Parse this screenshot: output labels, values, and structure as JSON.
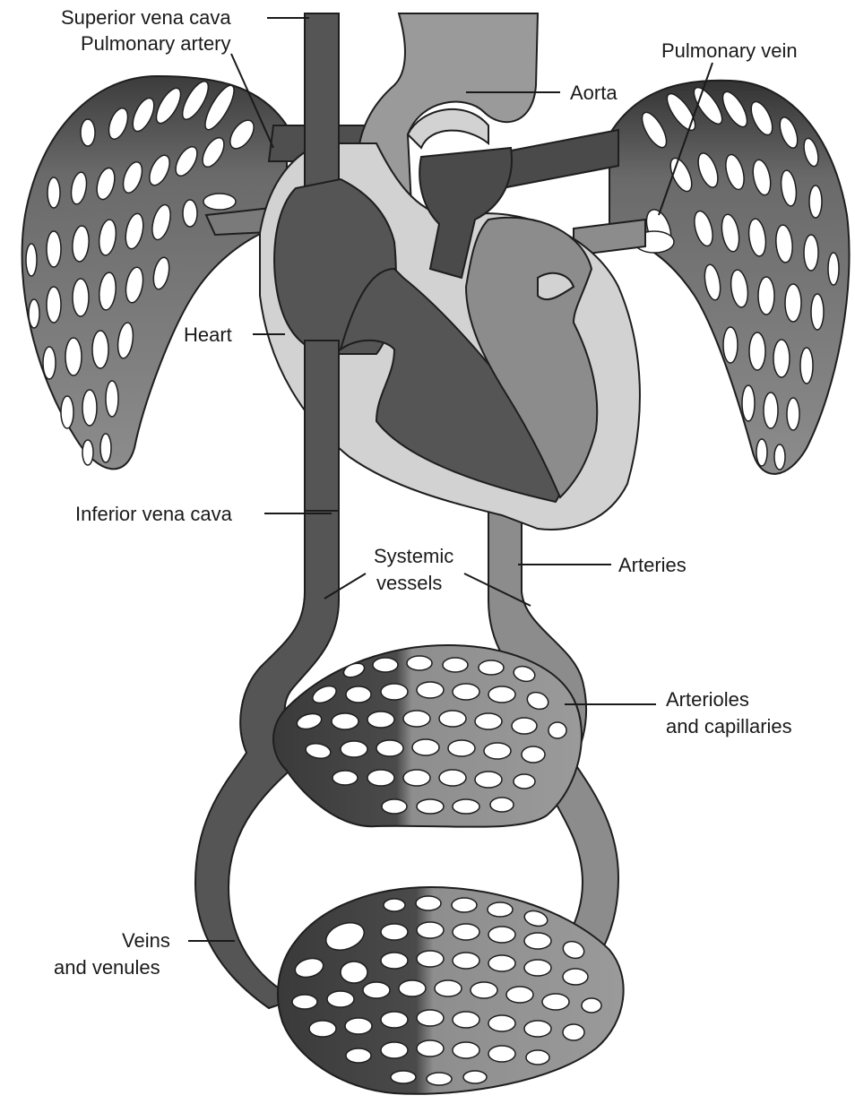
{
  "diagram": {
    "labels": {
      "superior_vena_cava": "Superior vena cava",
      "pulmonary_artery": "Pulmonary artery",
      "pulmonary_vein": "Pulmonary vein",
      "aorta": "Aorta",
      "heart": "Heart",
      "inferior_vena_cava": "Inferior vena cava",
      "systemic_vessels_line1": "Systemic",
      "systemic_vessels_line2": "vessels",
      "arteries": "Arteries",
      "arterioles_line1": "Arterioles",
      "arterioles_line2": "and capillaries",
      "veins_line1": "Veins",
      "veins_line2": "and venules"
    },
    "colors": {
      "venous_blood": "#555555",
      "arterial_blood": "#8c8c8c",
      "heart_wall": "#d2d2d2",
      "outline": "#1e1e1e",
      "background": "#ffffff"
    }
  }
}
